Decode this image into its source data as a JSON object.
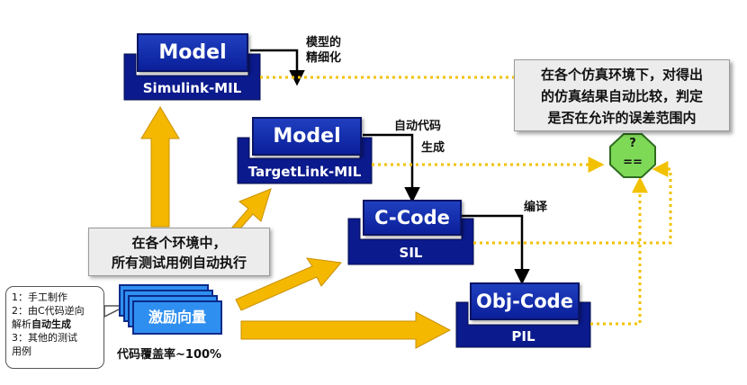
{
  "models": {
    "model1": "Model",
    "model2": "Model",
    "ccode": "C-Code",
    "objcode": "Obj-Code"
  },
  "environments": {
    "mil1": "Simulink-MIL",
    "mil2": "TargetLink-MIL",
    "sil": "SIL",
    "pil": "PIL"
  },
  "steps": {
    "refine_1": "模型的",
    "refine_2": "精细化",
    "autocode_1": "自动代码",
    "autocode_2": "生成",
    "compile": "编译"
  },
  "compare_box": {
    "line1": "在各个仿真环境下，对得出",
    "line2": "的仿真结果自动比较，判定",
    "line3": "是否在允许的误差范围内"
  },
  "comparator": {
    "top": "?",
    "bottom": "=="
  },
  "run_box": {
    "line1": "在各个环境中，",
    "line2": "所有测试用例自动执行"
  },
  "stimulus": {
    "label": "激励向量",
    "coverage": "代码覆盖率~100%"
  },
  "callout": {
    "line1": "1：手工制作",
    "line2": "2：由C代码逆向",
    "line3a": "解析",
    "line3b": "自动生成",
    "line4": "3：其他的测试",
    "line5": "用例"
  },
  "colors": {
    "box_blue": "#0b1f9a",
    "arrow_yellow": "#f5b800",
    "dotted_yellow": "#f2c100",
    "comparator_green": "#7ed957",
    "stim_blue": "#2f8ff0"
  }
}
